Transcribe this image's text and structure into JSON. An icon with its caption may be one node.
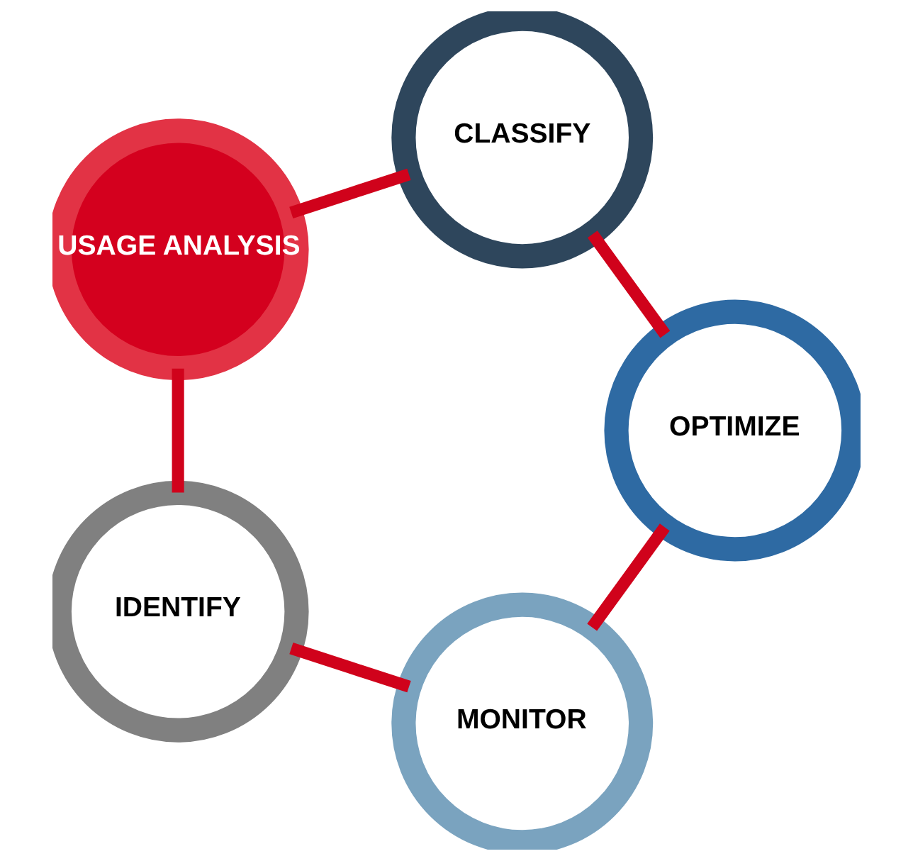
{
  "diagram": {
    "nodes": [
      {
        "text": [
          "MONITOR"
        ]
      },
      {
        "text": [
          "IDENTIFY"
        ]
      },
      {
        "text": [
          "USAGE ANALYSIS"
        ]
      },
      {
        "text": [
          "CLASSIFY"
        ]
      },
      {
        "text": [
          "OPTIMIZE"
        ]
      }
    ],
    "edges": [
      {
        "from": 0,
        "to": 1,
        "arrow": "none"
      },
      {
        "from": 1,
        "to": 2,
        "arrow": "none"
      },
      {
        "from": 2,
        "to": 3,
        "arrow": "none"
      },
      {
        "from": 3,
        "to": 4,
        "arrow": "none"
      },
      {
        "from": 4,
        "to": 0,
        "arrow": "none"
      }
    ]
  }
}
